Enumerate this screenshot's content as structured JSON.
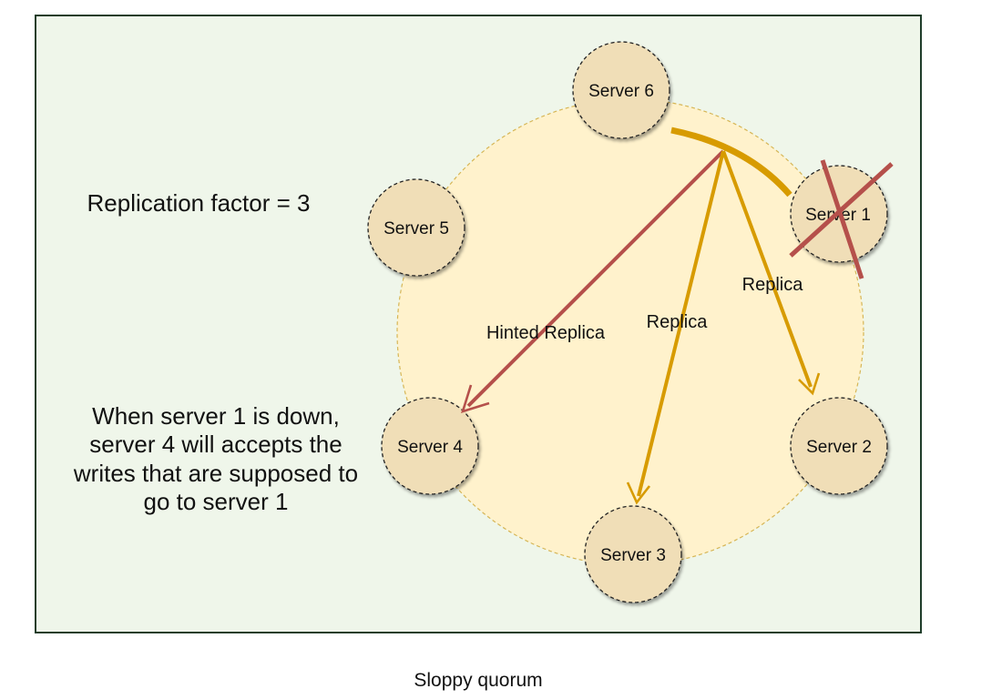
{
  "diagram": {
    "servers": [
      {
        "id": "server-1",
        "label": "Server 1",
        "failed": true
      },
      {
        "id": "server-2",
        "label": "Server 2"
      },
      {
        "id": "server-3",
        "label": "Server 3"
      },
      {
        "id": "server-4",
        "label": "Server 4"
      },
      {
        "id": "server-5",
        "label": "Server 5"
      },
      {
        "id": "server-6",
        "label": "Server 6"
      }
    ],
    "edges": [
      {
        "id": "hinted-replica",
        "label": "Hinted Replica",
        "to": "server-4",
        "color": "#b5504b"
      },
      {
        "id": "replica-server-3",
        "label": "Replica",
        "to": "server-3",
        "color": "#d79b00"
      },
      {
        "id": "replica-server-2",
        "label": "Replica",
        "to": "server-2",
        "color": "#d79b00"
      }
    ],
    "annotations": {
      "replication_factor": "Replication factor = 3",
      "explanation_lines": [
        "When server 1 is down,",
        "server 4 will accepts the",
        "writes that are supposed to",
        "go to server 1"
      ]
    },
    "colors": {
      "frame_bg": "#eff6ea",
      "ring_fill": "#fff2cc",
      "node_fill": "#f0deb7",
      "arc": "#d79b00",
      "cross": "#b5504b"
    }
  },
  "caption": "Sloppy quorum"
}
